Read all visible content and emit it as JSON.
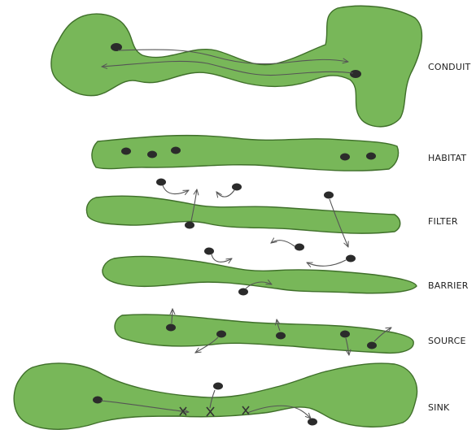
{
  "labels": {
    "conduit": "CONDUIT",
    "habitat": "HABITAT",
    "filter": "FILTER",
    "barrier": "BARRIER",
    "source": "SOURCE",
    "sink": "SINK"
  },
  "colors": {
    "patch_fill": "#78b759",
    "patch_outline": "#3f6f2a",
    "organism": "#2b2b2b",
    "arrow": "#555555"
  }
}
